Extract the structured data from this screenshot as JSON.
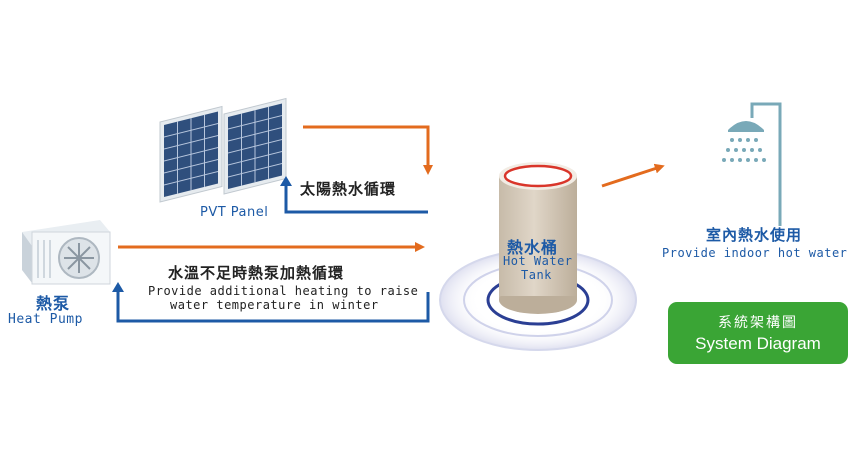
{
  "heat_pump": {
    "label_zh": "熱泵",
    "label_en": "Heat Pump"
  },
  "pvt_panel": {
    "label_en": "PVT Panel"
  },
  "solar_loop": {
    "label_zh": "太陽熱水循環"
  },
  "heat_pump_loop": {
    "label_zh": "水溫不足時熱泵加熱循環",
    "label_en_line1": "Provide additional heating to raise",
    "label_en_line2": "water temperature in winter"
  },
  "tank": {
    "label_zh": "熱水桶",
    "label_en_line1": "Hot Water",
    "label_en_line2": "Tank"
  },
  "indoor_use": {
    "label_zh": "室內熱水使用",
    "label_en": "Provide indoor hot water"
  },
  "system_button": {
    "label_zh": "系統架構圖",
    "label_en": "System Diagram"
  },
  "colors": {
    "hot_arrow": "#e36b1e",
    "cold_arrow": "#1d5aa6",
    "button_green": "#3aa535",
    "tank_beige": "#d3c8b8",
    "tank_top_red": "#d9352a",
    "ripple_blue": "#2b3f94",
    "shower_teal": "#79a9b8"
  }
}
